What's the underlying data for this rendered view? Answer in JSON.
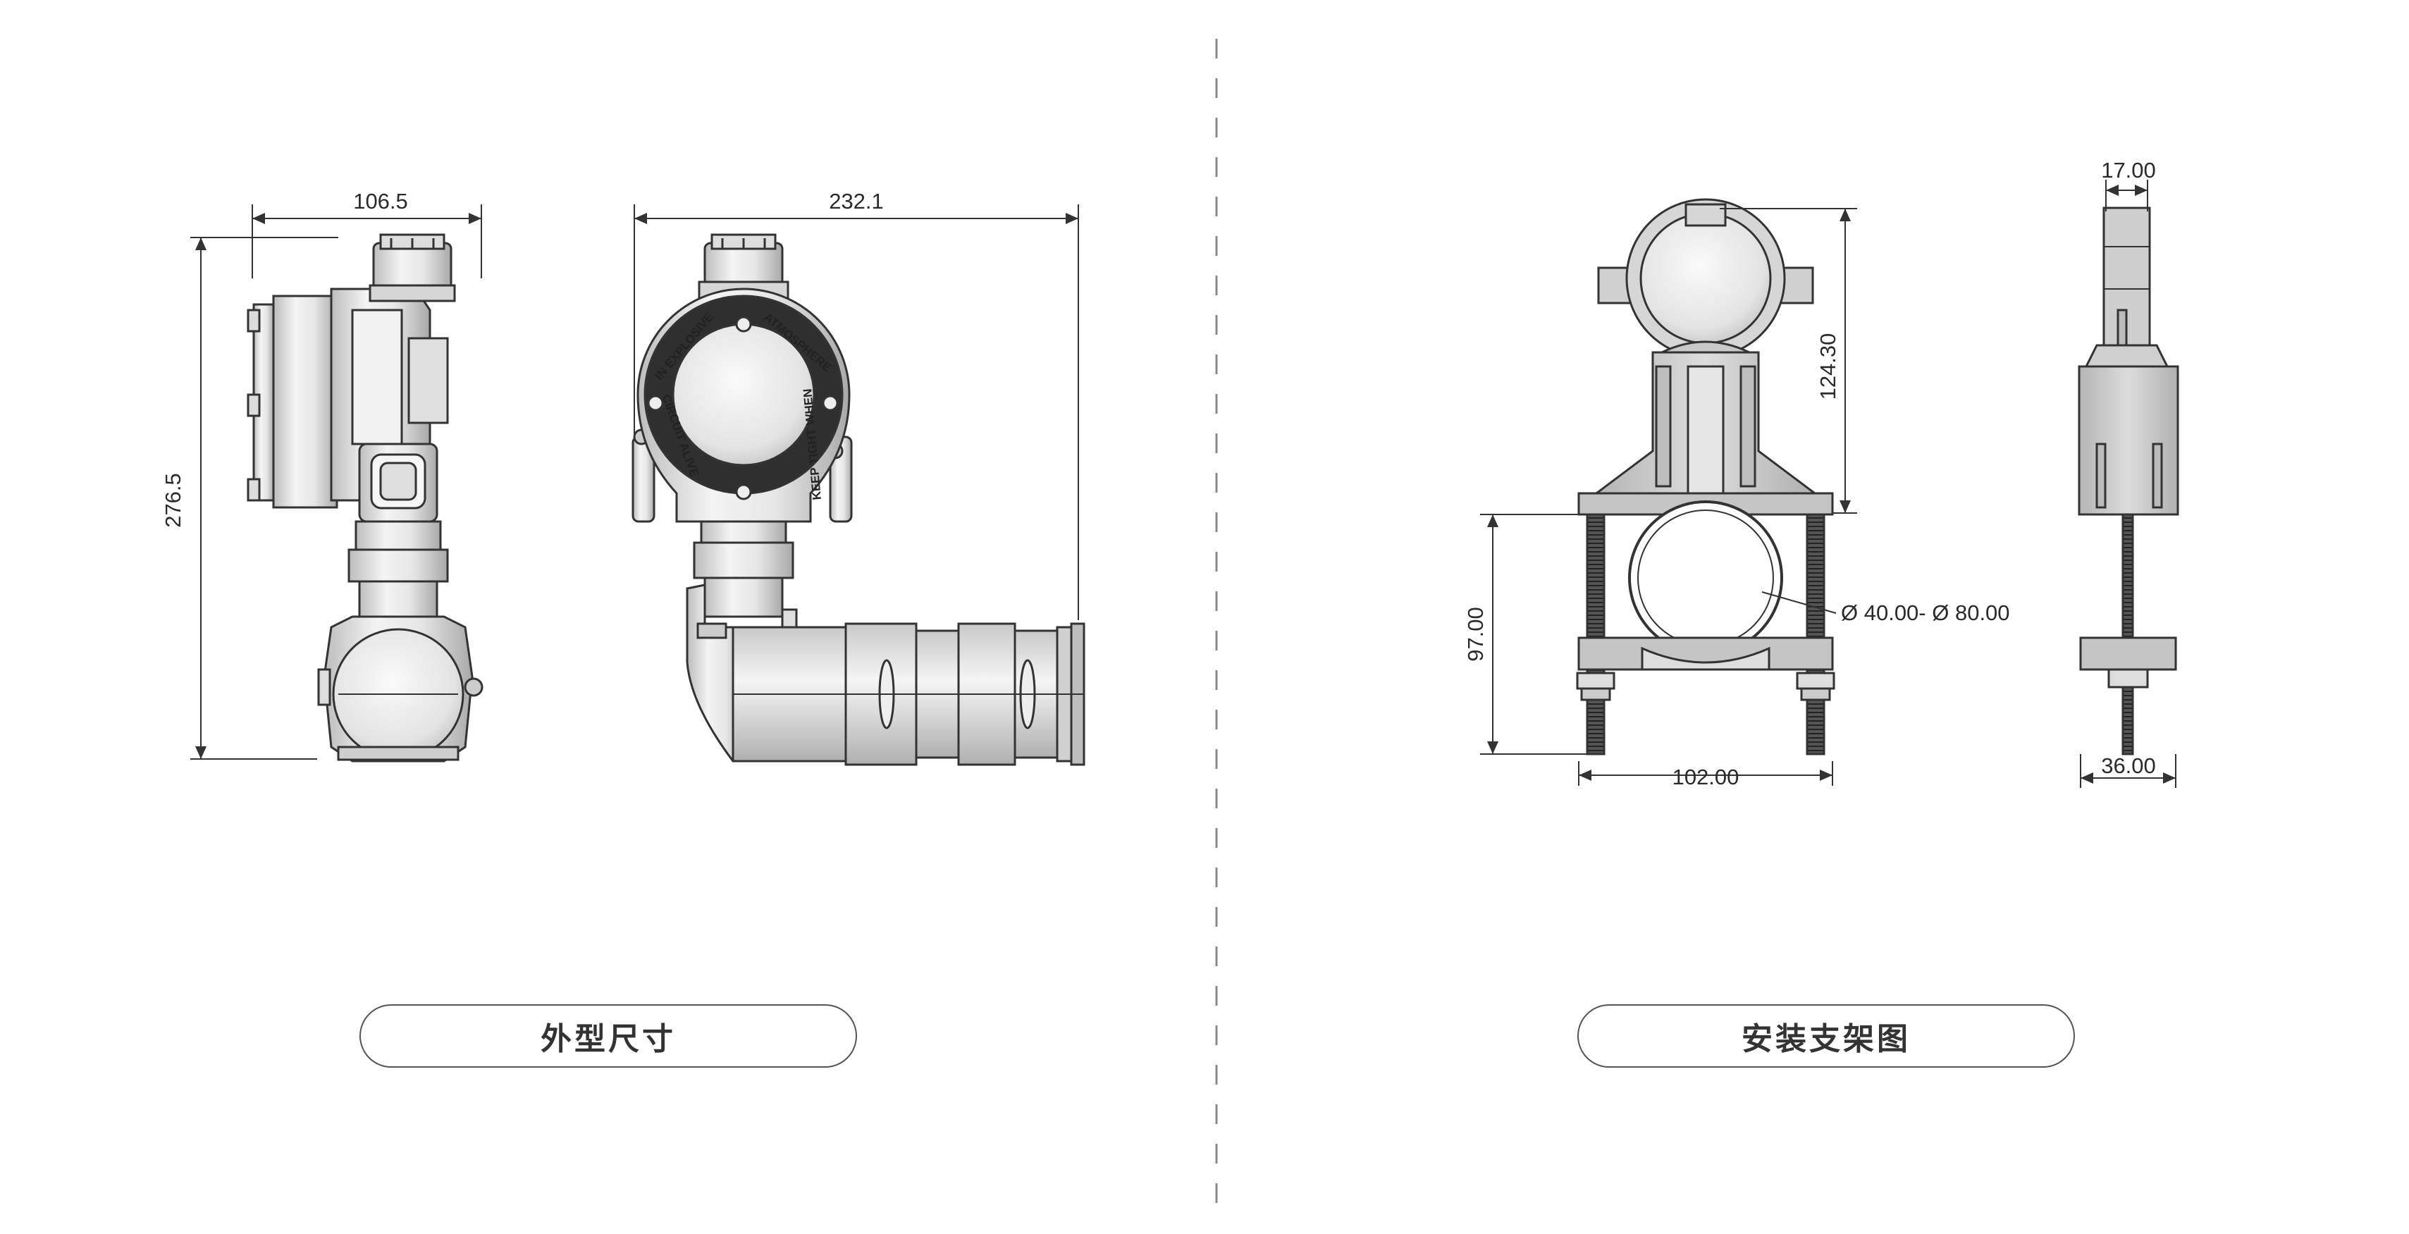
{
  "left_panel": {
    "caption": "外型尺寸",
    "dims": {
      "side_width": "106.5",
      "front_width": "232.1",
      "height": "276.5"
    },
    "label_ring": {
      "top": "ATMOSPHERE",
      "left": "IN EXPLOSIVE",
      "right": "KEEP TIGHT WHEN",
      "bottom": "CIRCUIT ALIVE"
    }
  },
  "right_panel": {
    "caption": "安装支架图",
    "dims": {
      "top_width": "17.00",
      "upper_height": "124.30",
      "pipe_range": "Ø 40.00- Ø 80.00",
      "lower_height": "97.00",
      "base_width": "102.00",
      "side_base_width": "36.00"
    }
  },
  "colors": {
    "line": "#333333",
    "body_fill": "#e9e9e9",
    "bracket_fill": "#c8c8c8",
    "divider": "#888888"
  }
}
